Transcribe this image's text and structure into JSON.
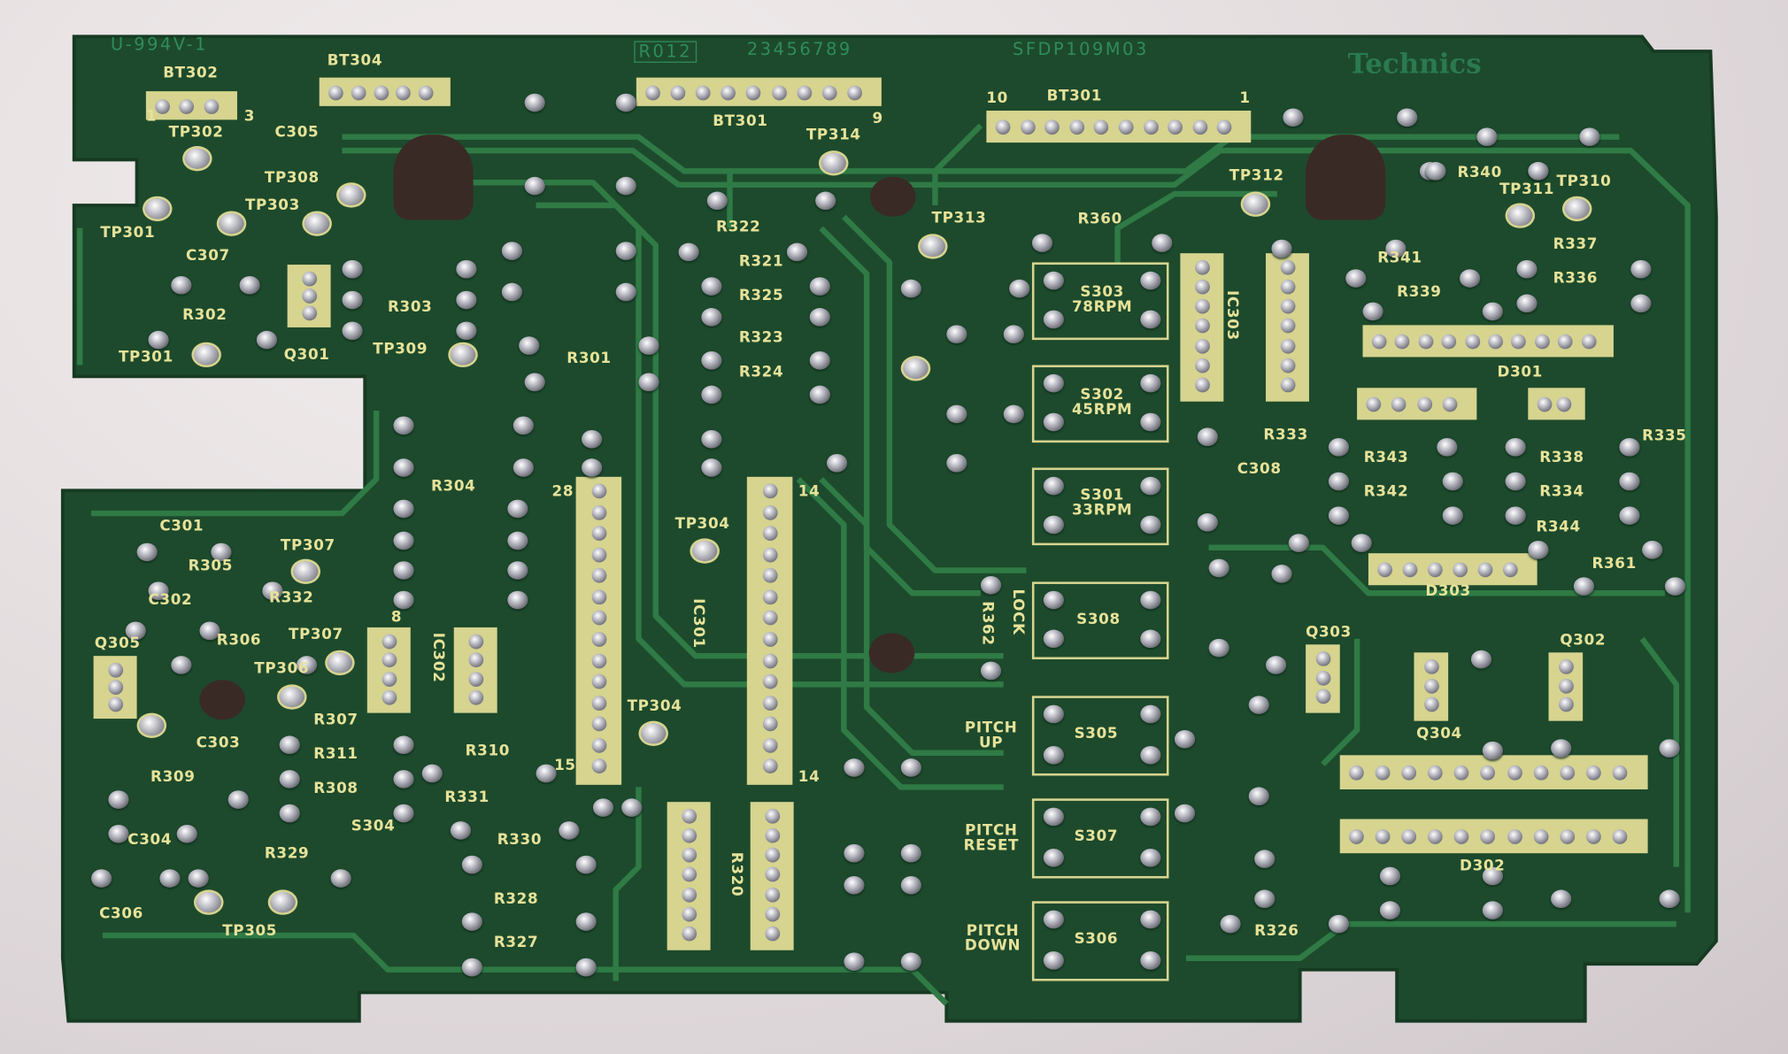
{
  "board": {
    "part_number": "U-994V-1",
    "rev_box": "R012",
    "rev_numbers": "23456789",
    "pcb_code": "SFDP109M03",
    "brand_logo": "Technics",
    "colors": {
      "board": "#1d4a2c",
      "trace": "#2f7a45",
      "silkscreen": "#e6e29a",
      "fabric": "#e9e3e4"
    }
  },
  "labels": [
    "BT302",
    "BT304",
    "BT301",
    "BT301",
    "10",
    "1",
    "1",
    "3",
    "9",
    "TP314",
    "TP302",
    "C305",
    "TP308",
    "TP303",
    "TP301",
    "C307",
    "R302",
    "TP301",
    "Q301",
    "R303",
    "TP309",
    "R322",
    "R321",
    "R325",
    "R323",
    "R324",
    "R301",
    "TP313",
    "R360",
    "TP312",
    "R340",
    "TP311",
    "TP310",
    "R337",
    "R341",
    "R336",
    "R339",
    "S303\n78RPM",
    "S302\n45RPM",
    "S301\n33RPM",
    "IC303",
    "D301",
    "R333",
    "R343",
    "R338",
    "R335",
    "C308",
    "R342",
    "R334",
    "R344",
    "R361",
    "D303",
    "R304",
    "C301",
    "R305",
    "TP307",
    "TP304",
    "R332",
    "C302",
    "R306",
    "TP307",
    "Q305",
    "TP306",
    "IC302",
    "IC301",
    "LOCK",
    "R362",
    "S308",
    "Q303",
    "Q302",
    "Q304",
    "R307",
    "C303",
    "R311",
    "R310",
    "TP304",
    "PITCH\nUP",
    "S305",
    "R309",
    "R308",
    "R331",
    "D302",
    "S304",
    "R330",
    "PITCH\nRESET",
    "S307",
    "C304",
    "R329",
    "R328",
    "TP305",
    "C306",
    "R327",
    "PITCH\nDOWN",
    "S306",
    "R326",
    "R320",
    "28",
    "14",
    "15",
    "14",
    "8"
  ]
}
